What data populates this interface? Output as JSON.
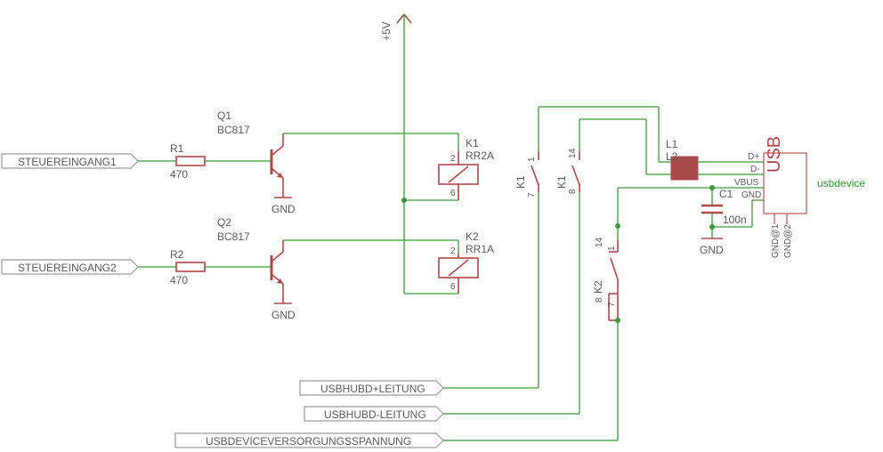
{
  "supply": {
    "label": "+5V"
  },
  "inputs": {
    "in1": "STEUEREINGANG1",
    "in2": "STEUEREINGANG2"
  },
  "resistors": {
    "r1": {
      "name": "R1",
      "value": "470"
    },
    "r2": {
      "name": "R2",
      "value": "470"
    }
  },
  "transistors": {
    "q1": {
      "name": "Q1",
      "value": "BC817"
    },
    "q2": {
      "name": "Q2",
      "value": "BC817"
    }
  },
  "grounds": {
    "gnd": "GND"
  },
  "relays": {
    "k1": {
      "name": "K1",
      "value": "RR2A",
      "pin_top": "2",
      "pin_bottom": "6"
    },
    "k2": {
      "name": "K2",
      "value": "RR1A",
      "pin_top": "2",
      "pin_bottom": "6"
    }
  },
  "contacts": {
    "k1a": {
      "name": "K1",
      "pin_top": "1",
      "pin_bottom": "7"
    },
    "k1b": {
      "name": "K1",
      "pin_top": "14",
      "pin_bottom": "8"
    },
    "k2": {
      "name": "K2",
      "pin_a": "14",
      "pin_b": "1",
      "pin_c": "8",
      "pin_d": "7"
    }
  },
  "inductor": {
    "name": "L1",
    "value": "L2"
  },
  "capacitor": {
    "name": "C1",
    "value": "100n"
  },
  "usb": {
    "symbol": "USB",
    "name": "usbdevice",
    "pins": {
      "dp": "D+",
      "dm": "D-",
      "vbus": "VBUS",
      "gnd": "GND",
      "gnd1": "GND@1",
      "gnd2": "GND@2"
    }
  },
  "nets": {
    "hub_plus": "USBHUBD+LEITUNG",
    "hub_minus": "USBHUBD-LEITUNG",
    "device_supply": "USBDEVICEVERSORGUNGSSPANNUNG"
  }
}
